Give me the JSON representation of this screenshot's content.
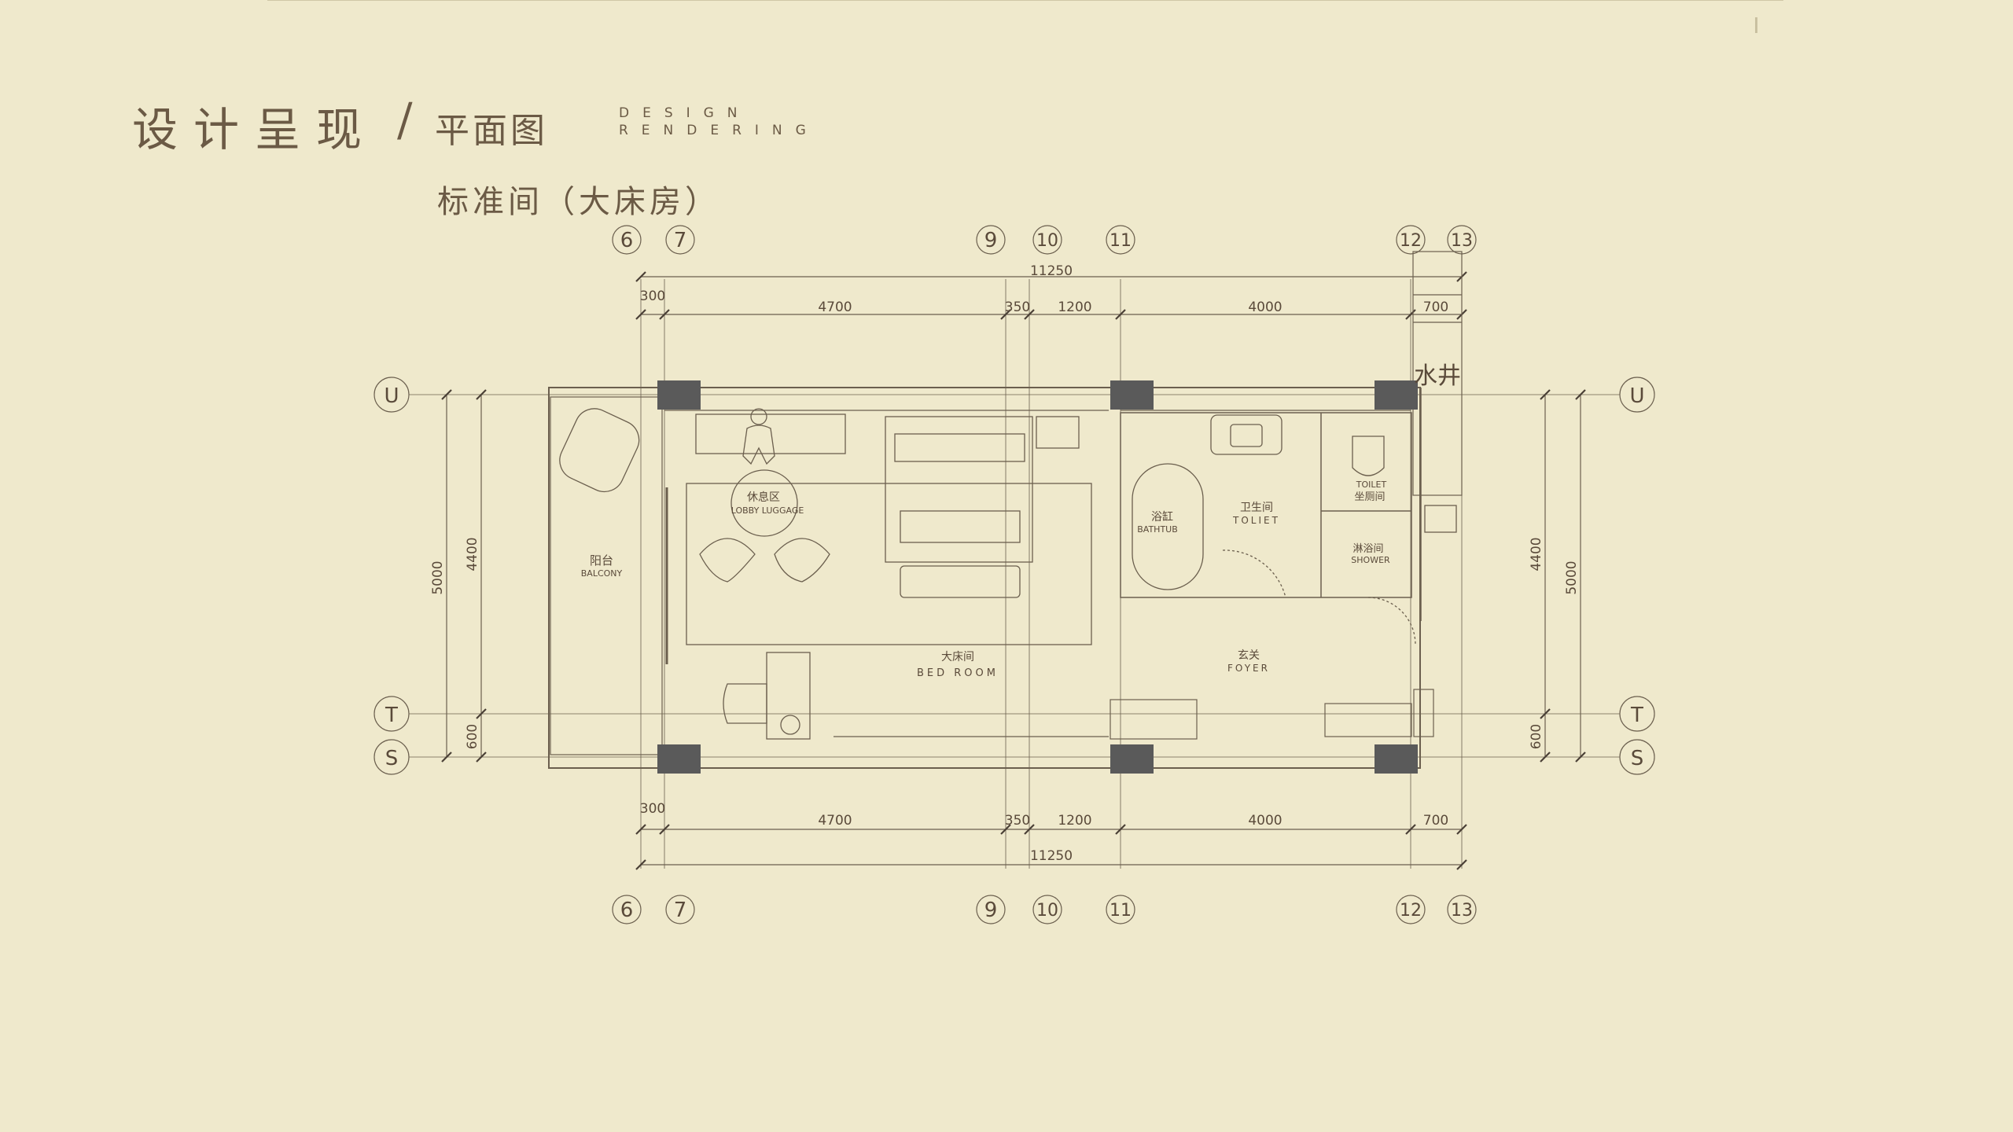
{
  "header": {
    "title_main": "设计呈现",
    "title_slash": "/",
    "title_sub": "平面图",
    "en_line_1": "DESIGN",
    "en_line_2": "RENDERING",
    "room_title": "标准间（大床房）"
  },
  "grid": {
    "col_6": "6",
    "col_7": "7",
    "col_9": "9",
    "col_10": "10",
    "col_11": "11",
    "col_12": "12",
    "col_13": "13",
    "row_u": "U",
    "row_t": "T",
    "row_s": "S"
  },
  "dimensions": {
    "total": "11250",
    "d_300": "300",
    "d_4700": "4700",
    "d_350": "350",
    "d_1200": "1200",
    "d_4000": "4000",
    "d_700": "700",
    "v_5000": "5000",
    "v_4400": "4400",
    "v_600": "600"
  },
  "rooms": {
    "balcony_cn": "阳台",
    "balcony_en": "BALCONY",
    "lobby_cn": "休息区",
    "lobby_en": "LOBBY LUGGAGE",
    "bedroom_cn": "大床间",
    "bedroom_en": "BED ROOM",
    "bathtub_cn": "浴缸",
    "bathtub_en": "BATHTUB",
    "toilet_cn": "卫生间",
    "toilet_en": "TOLIET",
    "wc_en": "TOILET",
    "wc_cn": "坐厕间",
    "shower_cn": "淋浴间",
    "shower_en": "SHOWER",
    "foyer_cn": "玄关",
    "foyer_en": "FOYER",
    "water_cn": "水井"
  },
  "colors": {
    "background": "#efe9cc",
    "line": "#6b5f4e",
    "column": "#5a5a5a",
    "text": "#5a4a3a"
  }
}
